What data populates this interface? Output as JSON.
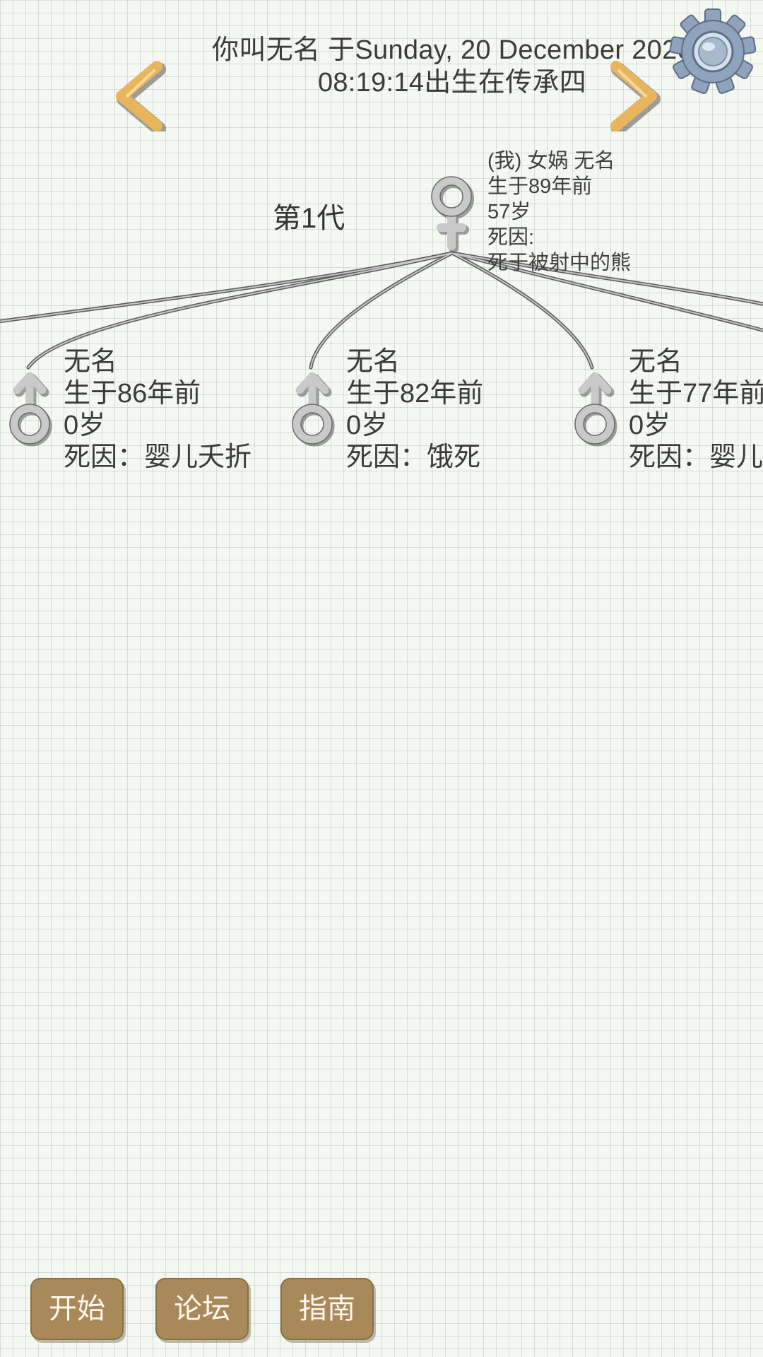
{
  "header": {
    "line1": "你叫无名 于Sunday, 20 December 2020",
    "line2": "08:19:14出生在传承四"
  },
  "icons": {
    "prev": "chevron-left-icon",
    "next": "chevron-right-icon",
    "settings": "gear-icon",
    "female": "female-symbol-icon",
    "male": "male-symbol-icon"
  },
  "colors": {
    "arrow": "#e8b55c",
    "gear": "#8fa3bd",
    "symbol": "#c9c9c9",
    "button": "#a8895a",
    "button_text": "#fff8ec"
  },
  "tree": {
    "generation_label": "第1代",
    "me": {
      "line1": "(我) 女娲 无名",
      "line2": "生于89年前",
      "line3": "57岁",
      "line4": "死因:",
      "line5": "死于被射中的熊"
    },
    "children": [
      {
        "name": "无名",
        "born": "生于86年前",
        "age": "0岁",
        "death": "死因：婴儿夭折"
      },
      {
        "name": "无名",
        "born": "生于82年前",
        "age": "0岁",
        "death": "死因：饿死"
      },
      {
        "name": "无名",
        "born": "生于77年前",
        "age": "0岁",
        "death": "死因：婴儿夭折"
      }
    ]
  },
  "buttons": {
    "start": "开始",
    "forum": "论坛",
    "guide": "指南"
  }
}
